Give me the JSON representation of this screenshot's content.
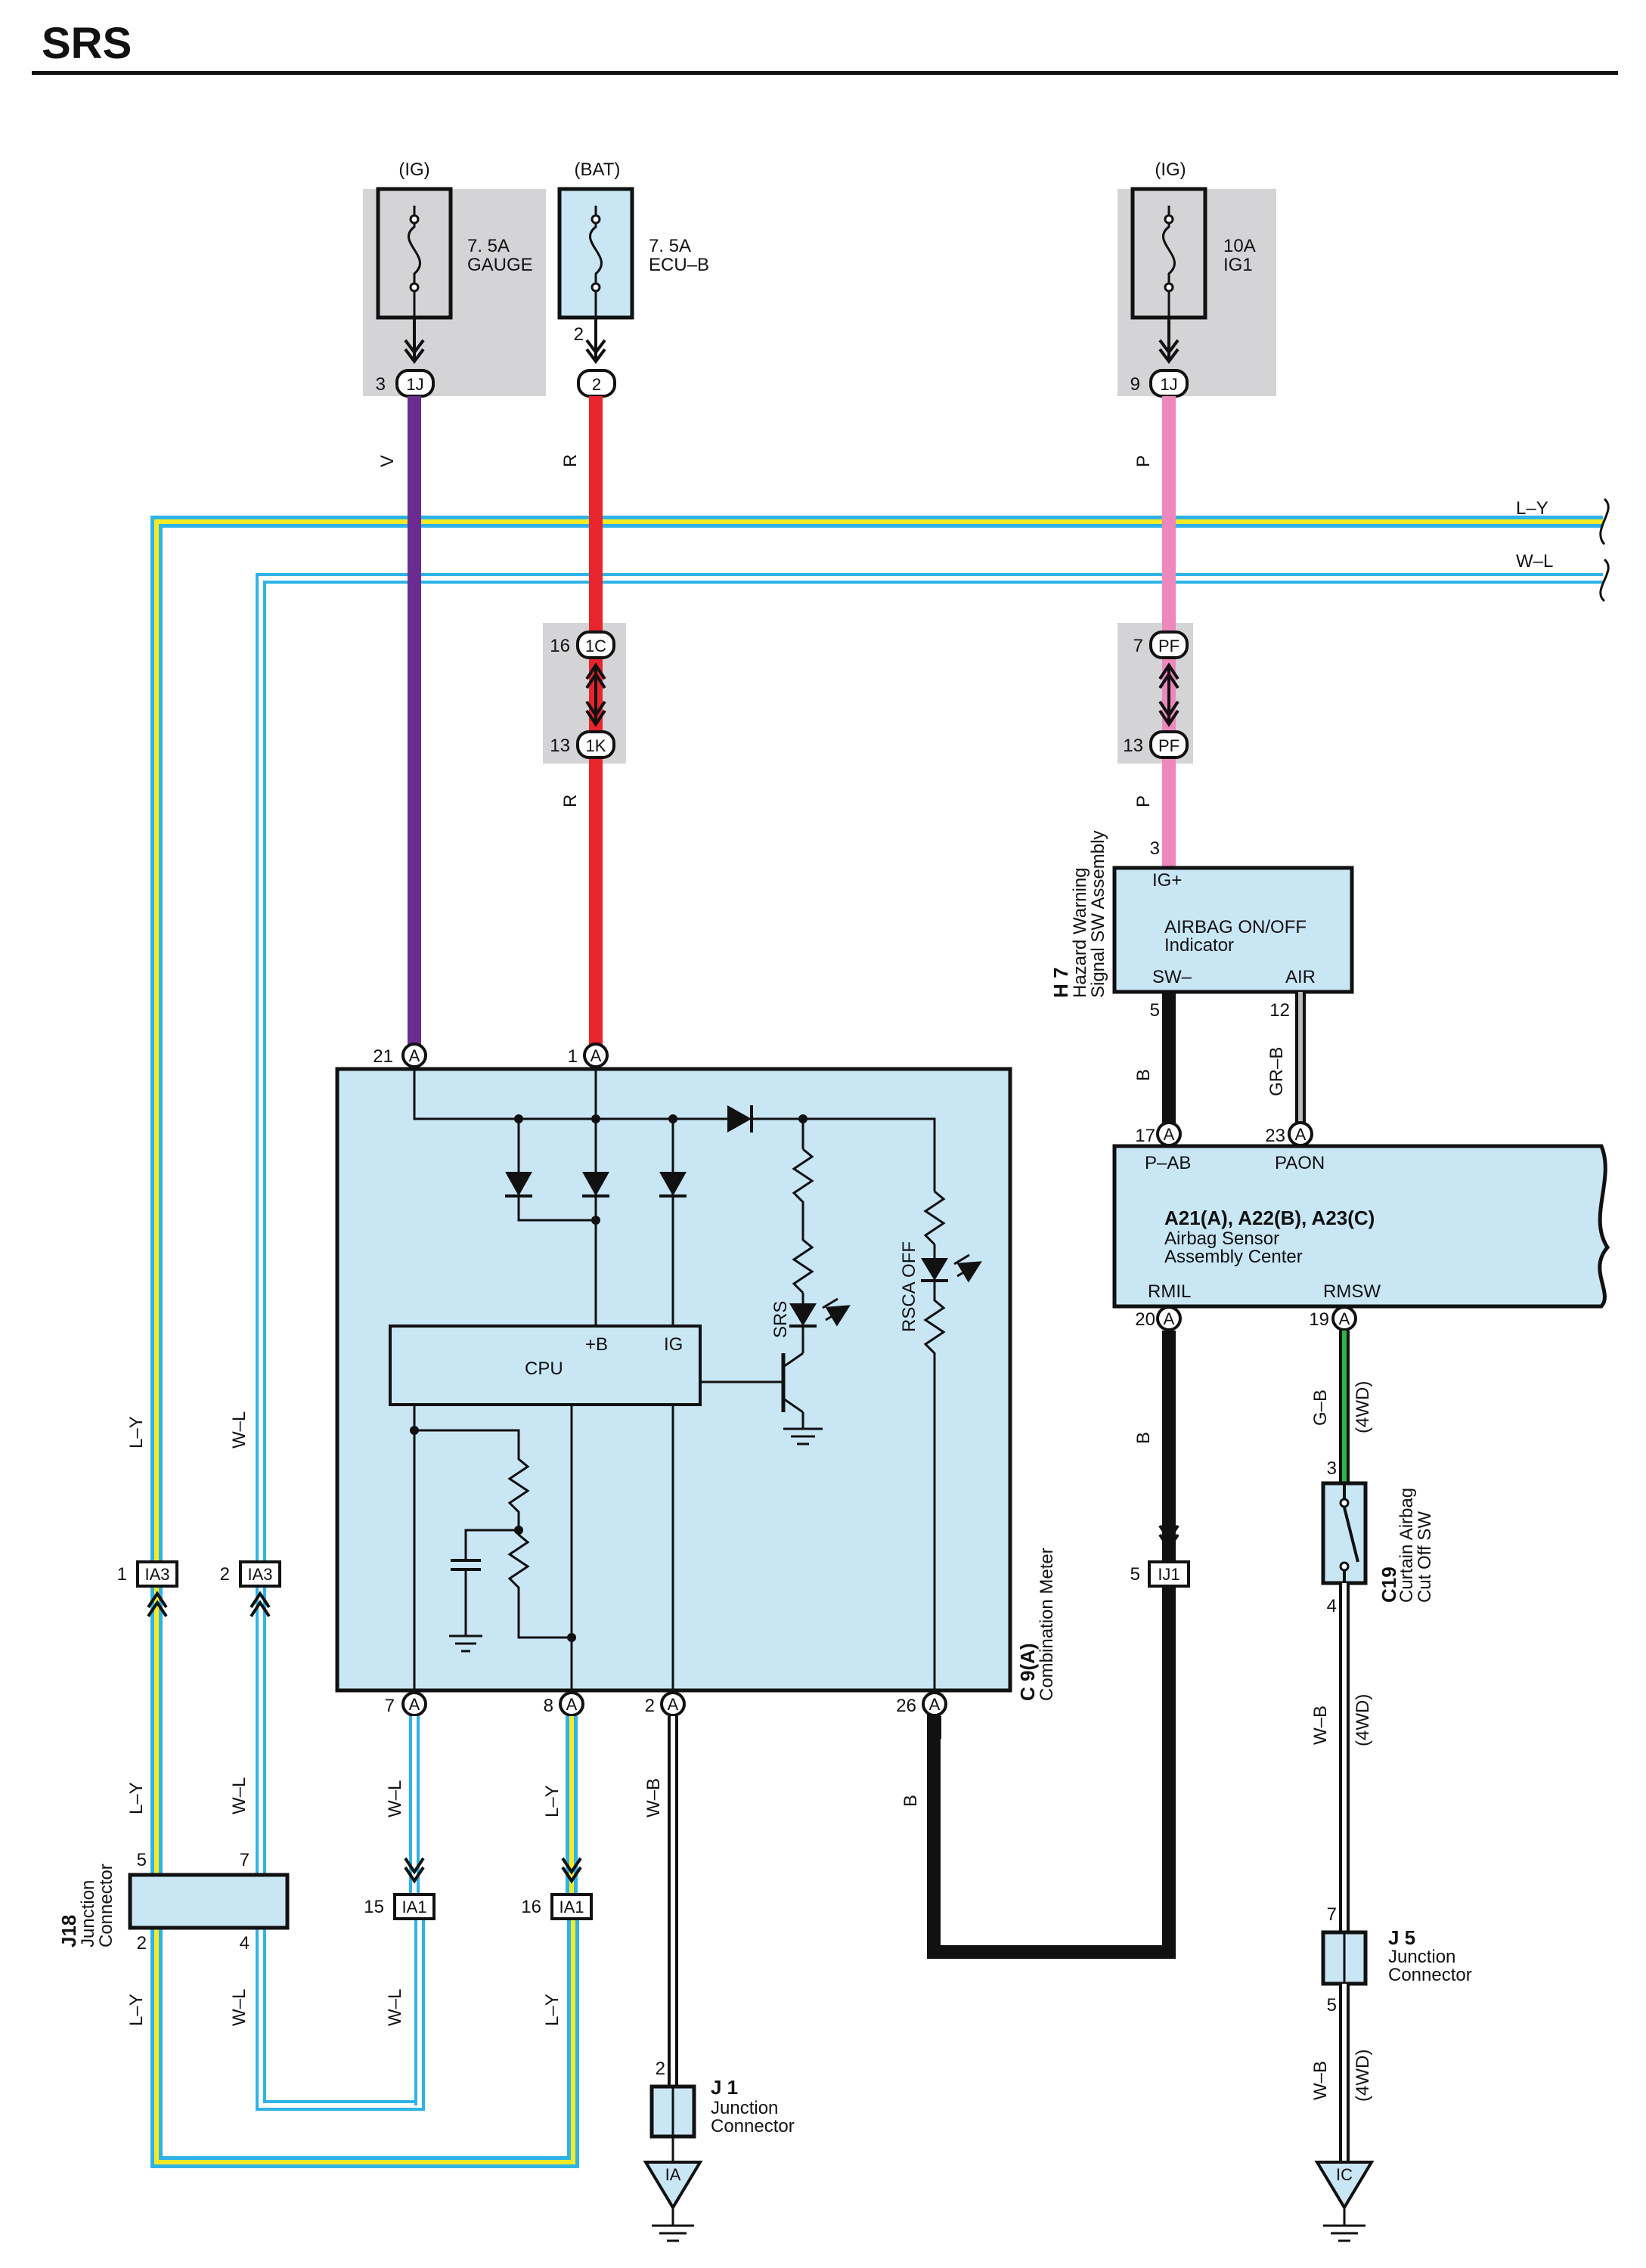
{
  "page": {
    "title": "SRS"
  },
  "colors": {
    "box_blue": "#c9e6f5",
    "box_gray": "#d4d4d6",
    "wire_violet": "#6a2c91",
    "wire_red": "#e8242c",
    "wire_pink": "#ec88bc",
    "wire_black": "#111111",
    "wire_blue": "#2fb3e6",
    "wire_yellow": "#f4ea28",
    "wire_green": "#33b14a"
  },
  "fuses": [
    {
      "source": "(IG)",
      "rating": "7. 5A",
      "name": "GAUGE",
      "pin": "3",
      "connector": "1J"
    },
    {
      "source": "(BAT)",
      "rating": "7. 5A",
      "name": "ECU–B",
      "pin": "2",
      "connector": "2",
      "top_pin": "2"
    },
    {
      "source": "(IG)",
      "rating": "10A",
      "name": "IG1",
      "pin": "9",
      "connector": "1J"
    }
  ],
  "wires": {
    "violet": "V",
    "red": "R",
    "pink": "P",
    "bus_ly": "L–Y",
    "bus_wl": "W–L",
    "black": "B",
    "gr_b": "GR–B",
    "g_b": "G–B",
    "w_b": "W–B",
    "fourwd": "(4WD)"
  },
  "joints": {
    "j1c": {
      "pin": "16",
      "label": "1C"
    },
    "j1k": {
      "pin": "13",
      "label": "1K"
    },
    "jpf1": {
      "pin": "7",
      "label": "PF"
    },
    "jpf2": {
      "pin": "13",
      "label": "PF"
    }
  },
  "hazard_sw": {
    "code": "H 7",
    "name_line1": "Hazard Warning",
    "name_line2": "Signal SW Assembly",
    "pin_ig": "3",
    "ig_label": "IG+",
    "indicator_line1": "AIRBAG ON/OFF",
    "indicator_line2": "Indicator",
    "sw_label": "SW–",
    "air_label": "AIR",
    "pin_sw": "5",
    "pin_air": "12"
  },
  "airbag_center": {
    "codes": "A21(A), A22(B), A23(C)",
    "name_line1": "Airbag Sensor",
    "name_line2": "Assembly Center",
    "pab_label": "P–AB",
    "paon_label": "PAON",
    "rmil_label": "RMIL",
    "rmsw_label": "RMSW",
    "pin_pab": "17",
    "pin_paon": "23",
    "pin_rmil": "20",
    "pin_rmsw": "19",
    "conn": "A"
  },
  "meter": {
    "code": "C 9(A)",
    "name": "Combination Meter",
    "conn": "A",
    "pin_top_a": "21",
    "pin_top_b": "1",
    "pin_bot_1": "7",
    "pin_bot_2": "8",
    "pin_bot_3": "2",
    "pin_bot_4": "26",
    "cpu_label": "CPU",
    "b_label": "+B",
    "ig_label": "IG",
    "srs_label": "SRS",
    "rsca_label": "RSCA OFF"
  },
  "connectors": {
    "ia3": "IA3",
    "ia3_pin1": "1",
    "ia3_pin2": "2",
    "ij1": "IJ1",
    "ij1_pin": "5",
    "ia1": "IA1",
    "ia1_pin15": "15",
    "ia1_pin16": "16"
  },
  "j18": {
    "code": "J18",
    "name_line1": "Junction",
    "name_line2": "Connector",
    "pin5": "5",
    "pin7": "7",
    "pin2": "2",
    "pin4": "4"
  },
  "j1": {
    "code": "J 1",
    "name_line1": "Junction",
    "name_line2": "Connector",
    "pin": "2",
    "ground": "IA"
  },
  "j5": {
    "code": "J 5",
    "name_line1": "Junction",
    "name_line2": "Connector",
    "pin7": "7",
    "pin5": "5"
  },
  "c19": {
    "code": "C19",
    "name_line1": "Curtain Airbag",
    "name_line2": "Cut Off SW",
    "pin3": "3",
    "pin4": "4"
  },
  "ground_ic": "IC"
}
